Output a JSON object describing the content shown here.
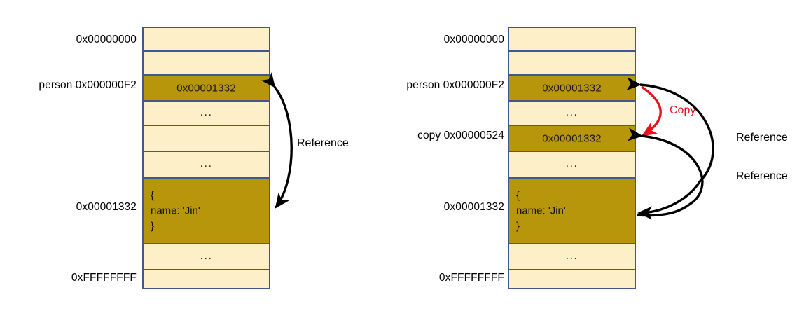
{
  "figure": {
    "type": "diagram",
    "title": "",
    "background": "#ffffff",
    "colors": {
      "cell_empty": "#fdefc8",
      "cell_filled": "#b8960c",
      "border": "#41578d",
      "arrow": "#000000",
      "copy_arrow": "#e8121c",
      "text": "#000000"
    }
  },
  "panels": [
    {
      "id": "left",
      "name": "reference-before-copy",
      "rows": [
        {
          "label": "0x00000000",
          "value": "",
          "filled": false,
          "kind": "empty"
        },
        {
          "label": "",
          "value": "",
          "filled": false,
          "kind": "empty"
        },
        {
          "label": "person 0x000000F2",
          "value": "0x00001332",
          "filled": true,
          "kind": "value"
        },
        {
          "label": "",
          "value": "...",
          "filled": false,
          "kind": "dots"
        },
        {
          "label": "",
          "value": "",
          "filled": false,
          "kind": "empty"
        },
        {
          "label": "",
          "value": "...",
          "filled": false,
          "kind": "dots"
        },
        {
          "label": "0x00001332",
          "value": "{\nname: 'Jin'\n}",
          "filled": true,
          "kind": "object"
        },
        {
          "label": "",
          "value": "...",
          "filled": false,
          "kind": "dots"
        },
        {
          "label": "0xFFFFFFFF",
          "value": "",
          "filled": false,
          "kind": "empty"
        }
      ],
      "arrows": [
        {
          "name": "reference-arrow",
          "caption": "Reference",
          "color": "#000000",
          "double_headed": true,
          "from_row": 2,
          "to_row": 6
        }
      ]
    },
    {
      "id": "right",
      "name": "reference-after-copy",
      "rows": [
        {
          "label": "0x00000000",
          "value": "",
          "filled": false,
          "kind": "empty"
        },
        {
          "label": "",
          "value": "",
          "filled": false,
          "kind": "empty"
        },
        {
          "label": "person 0x000000F2",
          "value": "0x00001332",
          "filled": true,
          "kind": "value"
        },
        {
          "label": "",
          "value": "...",
          "filled": false,
          "kind": "dots"
        },
        {
          "label": "copy 0x00000524",
          "value": "0x00001332",
          "filled": true,
          "kind": "value"
        },
        {
          "label": "",
          "value": "...",
          "filled": false,
          "kind": "dots"
        },
        {
          "label": "0x00001332",
          "value": "{\nname: 'Jin'\n}",
          "filled": true,
          "kind": "object"
        },
        {
          "label": "",
          "value": "...",
          "filled": false,
          "kind": "dots"
        },
        {
          "label": "0xFFFFFFFF",
          "value": "",
          "filled": false,
          "kind": "empty"
        }
      ],
      "arrows": [
        {
          "name": "copy-arrow",
          "caption": "Copy",
          "color": "#e8121c",
          "double_headed": false,
          "from_row": 2,
          "to_row": 4
        },
        {
          "name": "reference-arrow-1",
          "caption": "Reference",
          "color": "#000000",
          "double_headed": false,
          "from_row": 6,
          "to_row": 2
        },
        {
          "name": "reference-arrow-2",
          "caption": "Reference",
          "color": "#000000",
          "double_headed": false,
          "from_row": 6,
          "to_row": 4
        }
      ]
    }
  ],
  "captions": {
    "left_reference": "Reference",
    "right_copy": "Copy",
    "right_reference_1": "Reference",
    "right_reference_2": "Reference"
  }
}
